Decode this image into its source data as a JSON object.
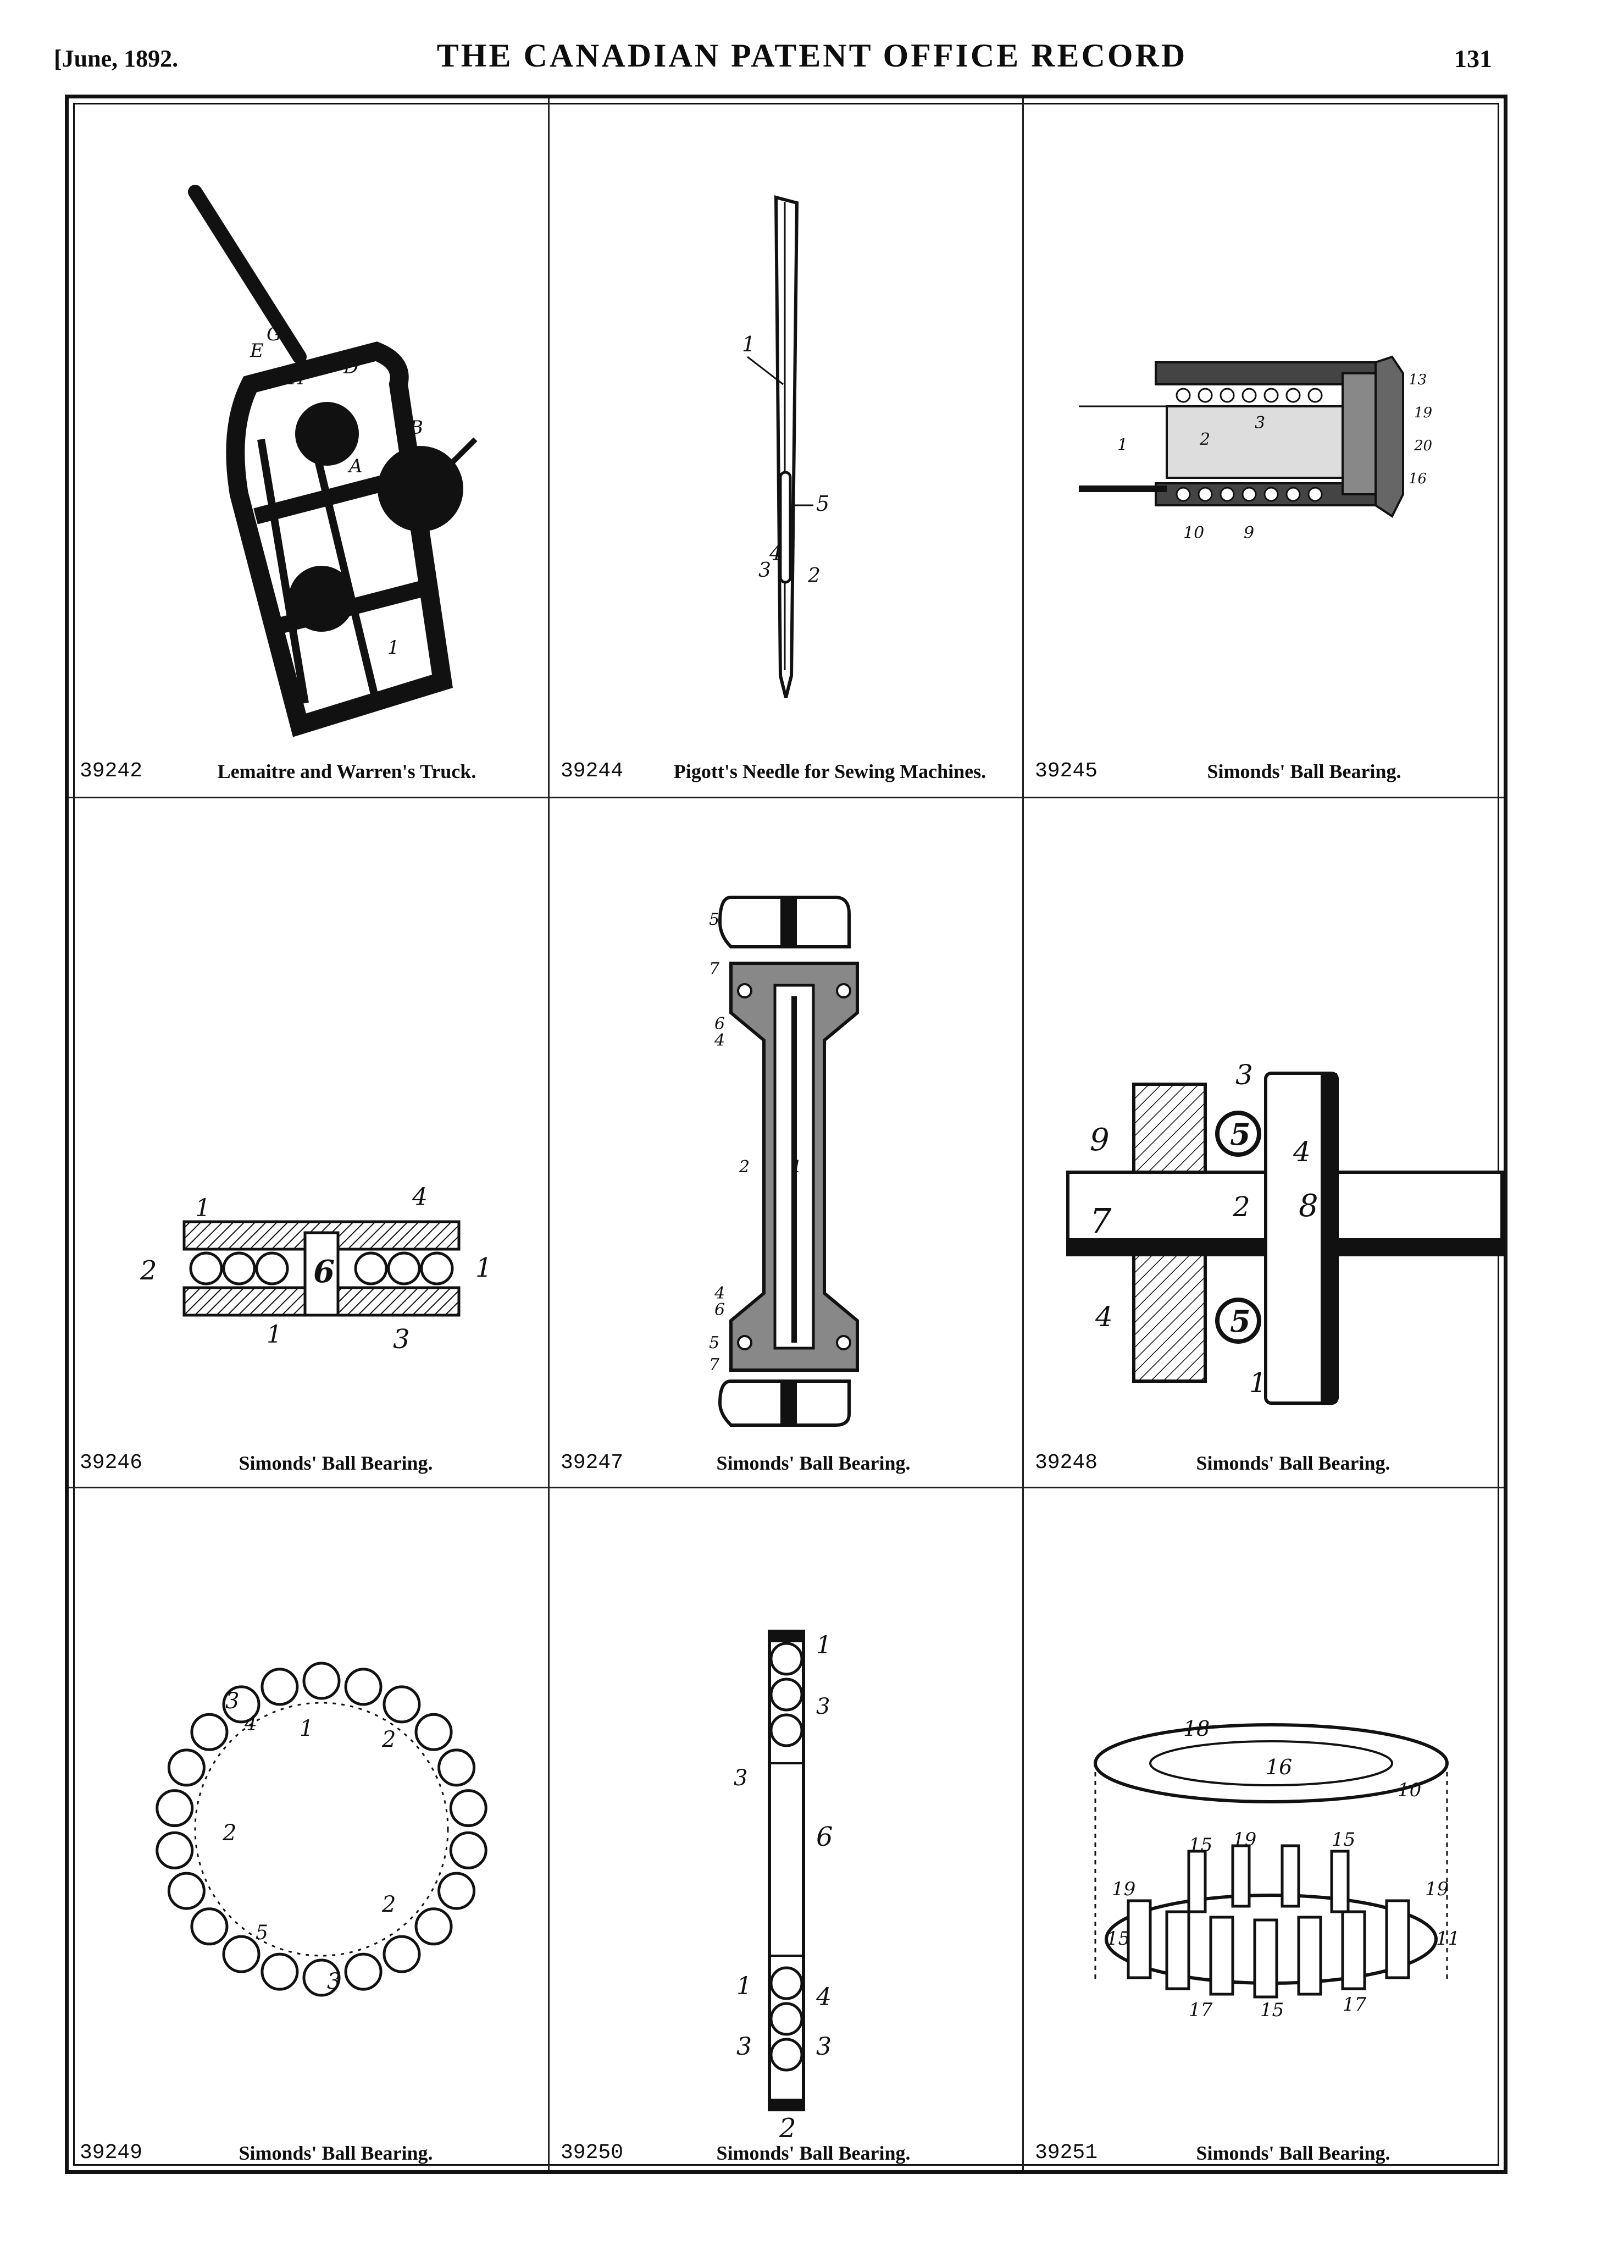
{
  "header": {
    "date": "[June, 1892.",
    "title": "THE CANADIAN PATENT OFFICE RECORD",
    "page": "131"
  },
  "figures": [
    {
      "number": "39242",
      "title": "Lemaitre and Warren's Truck.",
      "drawing": "hand-truck-drawing"
    },
    {
      "number": "39244",
      "title": "Pigott's Needle for Sewing Machines.",
      "drawing": "sewing-needle-drawing"
    },
    {
      "number": "39245",
      "title": "Simonds' Ball Bearing.",
      "drawing": "ball-bearing-section-drawing"
    },
    {
      "number": "39246",
      "title": "Simonds' Ball Bearing.",
      "drawing": "ball-bearing-race-drawing"
    },
    {
      "number": "39247",
      "title": "Simonds' Ball Bearing.",
      "drawing": "ball-bearing-axle-drawing"
    },
    {
      "number": "39248",
      "title": "Simonds' Ball Bearing.",
      "drawing": "ball-bearing-shaft-drawing"
    },
    {
      "number": "39249",
      "title": "Simonds' Ball Bearing.",
      "drawing": "ball-ring-drawing"
    },
    {
      "number": "39250",
      "title": "Simonds' Ball Bearing.",
      "drawing": "ball-strip-drawing"
    },
    {
      "number": "39251",
      "title": "Simonds' Ball Bearing.",
      "drawing": "ball-cage-drawing"
    }
  ],
  "colors": {
    "ink": "#111111",
    "paper": "#ffffff"
  }
}
